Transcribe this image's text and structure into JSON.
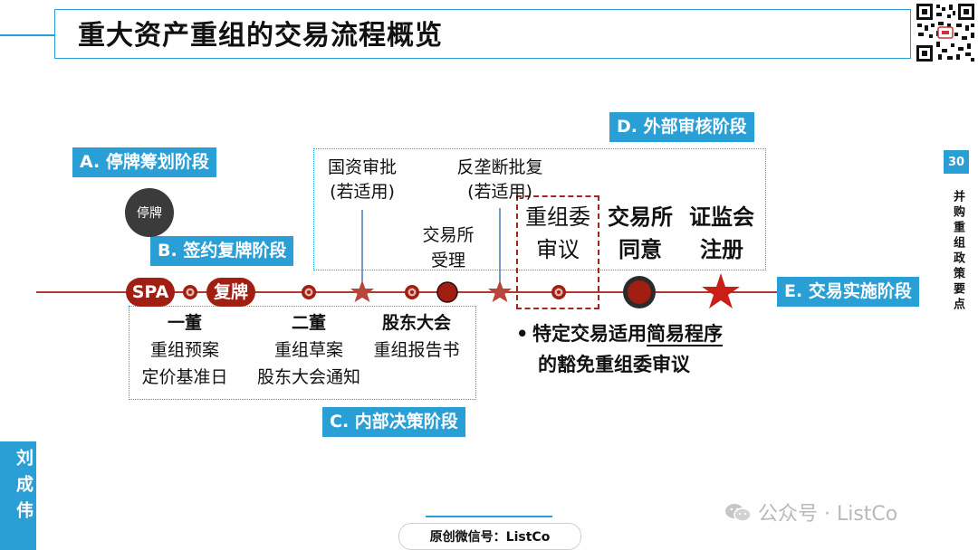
{
  "title": "重大资产重组的交易流程概览",
  "page_number": "30",
  "side_title": "并购重组政策要点",
  "author": "刘成伟",
  "footer_wechat": "原创微信号：ListCo",
  "watermark": "公众号 · ListCo",
  "stages": {
    "a": {
      "letter": "A.",
      "text": "停牌筹划阶段"
    },
    "b": {
      "letter": "B.",
      "text": "签约复牌阶段"
    },
    "c": {
      "letter": "C.",
      "text": "内部决策阶段"
    },
    "d": {
      "letter": "D.",
      "text": "外部审核阶段"
    },
    "e": {
      "letter": "E.",
      "text": "交易实施阶段"
    }
  },
  "timeline": {
    "suspend": "停牌",
    "spa": "SPA",
    "resume": "复牌",
    "sasac_line1": "国资审批",
    "sasac_line2": "(若适用)",
    "antitrust_line1": "反垄断批复",
    "antitrust_line2": "(若适用)",
    "exchange_accept_line1": "交易所",
    "exchange_accept_line2": "受理",
    "committee_line1": "重组委",
    "committee_line2": "审议",
    "exchange_agree_line1": "交易所",
    "exchange_agree_line2": "同意",
    "csrc_line1": "证监会",
    "csrc_line2": "注册",
    "board1_title": "一董",
    "board1_line1": "重组预案",
    "board1_line2": "定价基准日",
    "board2_title": "二董",
    "board2_line1": "重组草案",
    "board2_line2": "股东大会通知",
    "shareholders_title": "股东大会",
    "shareholders_line1": "重组报告书"
  },
  "note": {
    "part1": "特定交易适用",
    "part2": "简易程序",
    "line2": "的豁免重组委审议"
  },
  "colors": {
    "accent_blue": "#2a9fd6",
    "dark_red": "#a01e12",
    "line_red": "#b03a2e"
  }
}
